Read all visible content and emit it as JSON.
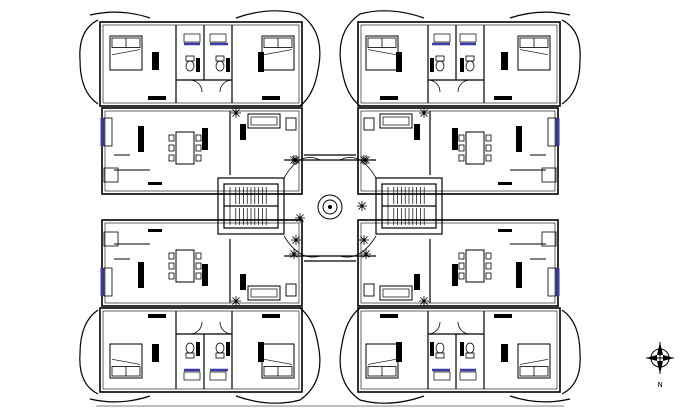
{
  "drawing": {
    "background_color": "#ffffff",
    "line_color": "#000000",
    "window_accent_color": "#3a3aa8",
    "units": [
      {
        "id": "unit-top-left"
      },
      {
        "id": "unit-top-right"
      },
      {
        "id": "unit-bottom-left"
      },
      {
        "id": "unit-bottom-right"
      }
    ],
    "north_arrow": {
      "label": "N",
      "icon": "compass-icon"
    }
  }
}
